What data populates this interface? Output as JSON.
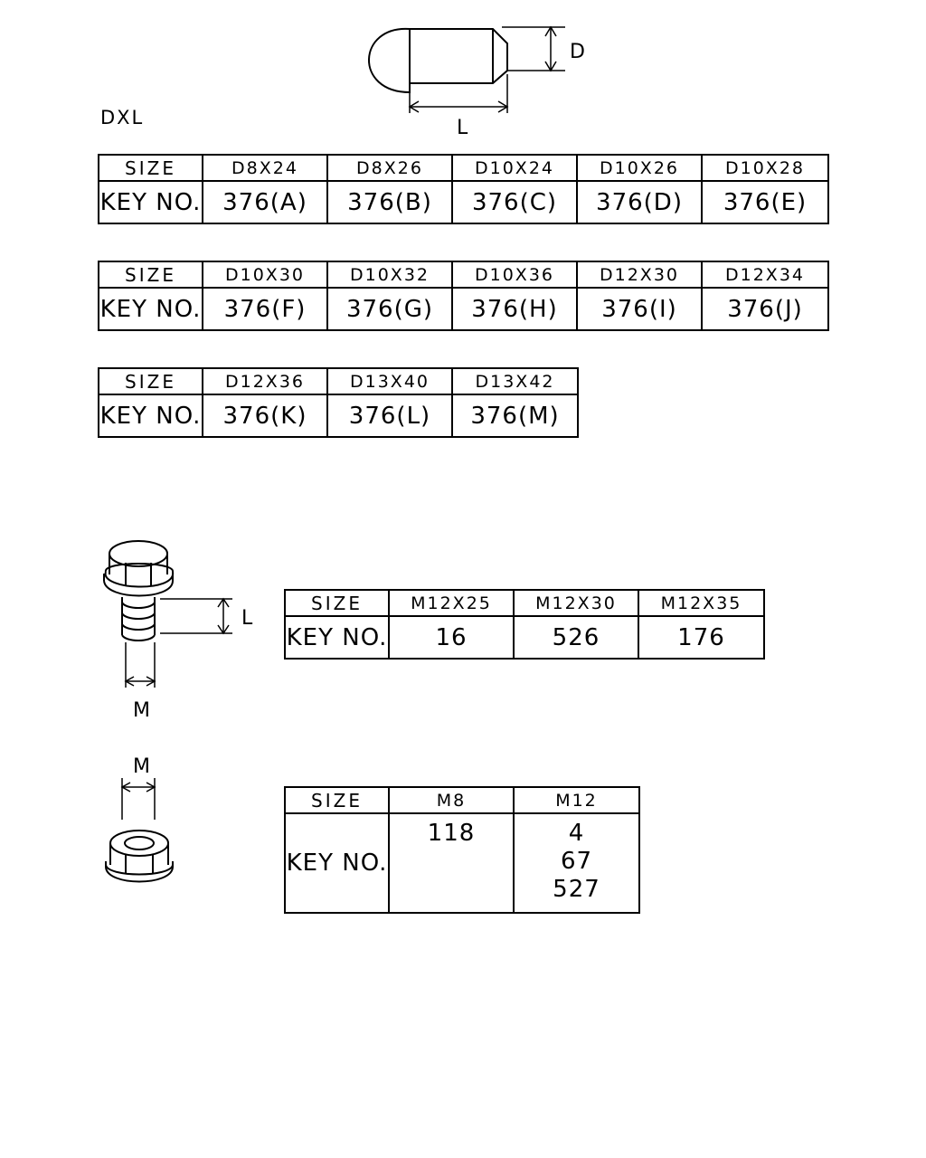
{
  "pin": {
    "dim_d": "D",
    "dim_l": "L",
    "caption": "DXL",
    "tables": [
      {
        "size_label": "SIZE",
        "key_label": "KEY NO.",
        "sizes": [
          "D8X24",
          "D8X26",
          "D10X24",
          "D10X26",
          "D10X28"
        ],
        "keys": [
          "376(A)",
          "376(B)",
          "376(C)",
          "376(D)",
          "376(E)"
        ]
      },
      {
        "size_label": "SIZE",
        "key_label": "KEY NO.",
        "sizes": [
          "D10X30",
          "D10X32",
          "D10X36",
          "D12X30",
          "D12X34"
        ],
        "keys": [
          "376(F)",
          "376(G)",
          "376(H)",
          "376(I)",
          "376(J)"
        ]
      },
      {
        "size_label": "SIZE",
        "key_label": "KEY NO.",
        "sizes": [
          "D12X36",
          "D13X40",
          "D13X42"
        ],
        "keys": [
          "376(K)",
          "376(L)",
          "376(M)"
        ]
      }
    ]
  },
  "bolt": {
    "dim_l": "L",
    "dim_m": "M",
    "table": {
      "size_label": "SIZE",
      "key_label": "KEY NO.",
      "sizes": [
        "M12X25",
        "M12X30",
        "M12X35"
      ],
      "keys": [
        "16",
        "526",
        "176"
      ]
    }
  },
  "nut": {
    "dim_m": "M",
    "table": {
      "size_label": "SIZE",
      "key_label": "KEY NO.",
      "sizes": [
        "M8",
        "M12"
      ],
      "keys": [
        [
          "118"
        ],
        [
          "4",
          "67",
          "527"
        ]
      ]
    }
  }
}
